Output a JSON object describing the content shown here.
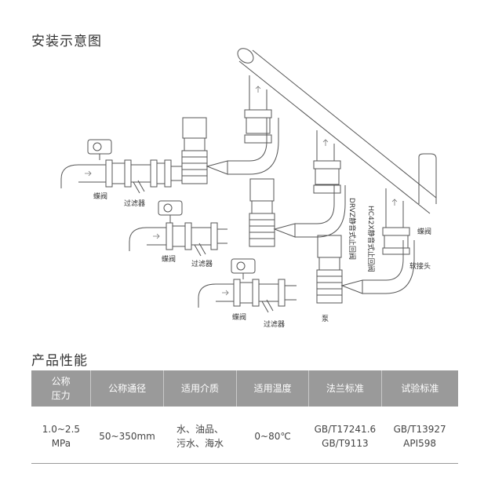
{
  "section1": {
    "title": "安装示意图"
  },
  "diagram": {
    "labels": {
      "butterfly_valve": "蝶阀",
      "filter": "过滤器",
      "pump": "泵",
      "soft_joint": "软接头",
      "check_valve_a": "DRVZ静音式止回阀",
      "check_valve_b": "HC42X静音式止回阀"
    }
  },
  "section2": {
    "title": "产品性能"
  },
  "table": {
    "headers": [
      {
        "line1": "公称",
        "line2": "压力"
      },
      {
        "line1": "公称通径",
        "line2": ""
      },
      {
        "line1": "适用介质",
        "line2": ""
      },
      {
        "line1": "适用温度",
        "line2": ""
      },
      {
        "line1": "法兰标准",
        "line2": ""
      },
      {
        "line1": "试验标准",
        "line2": ""
      }
    ],
    "row": [
      {
        "line1": "1.0~2.5",
        "line2": "MPa"
      },
      {
        "line1": "50~350mm",
        "line2": ""
      },
      {
        "line1": "水、油品、",
        "line2": "污水、海水"
      },
      {
        "line1": "0~80℃",
        "line2": ""
      },
      {
        "line1": "GB/T17241.6",
        "line2": "GB/T9113"
      },
      {
        "line1": "GB/T13927",
        "line2": "API598"
      }
    ]
  }
}
